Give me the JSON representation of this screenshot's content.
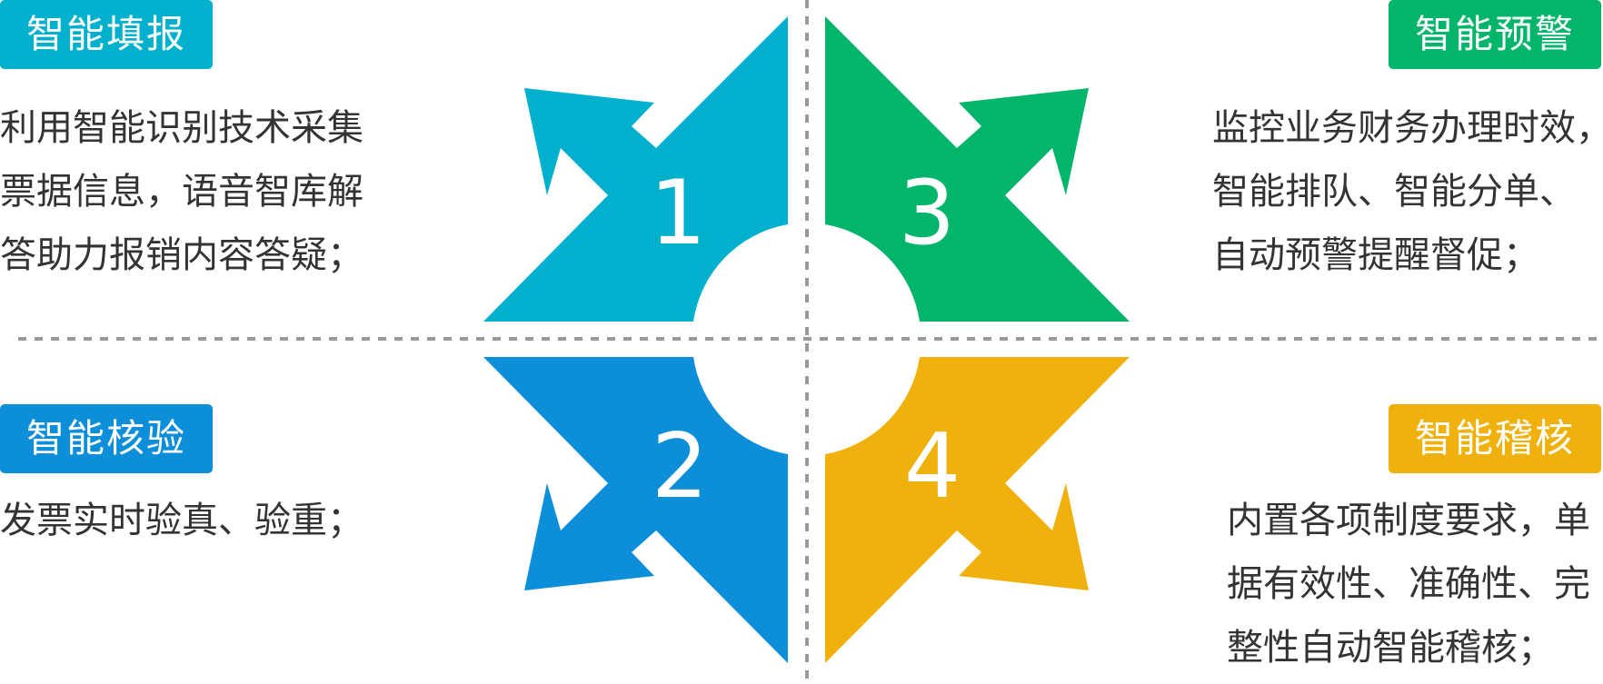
{
  "quadrants": [
    {
      "number": "1",
      "title": "智能填报",
      "color": "#00b0cd",
      "lines": [
        "利用智能识别技术采集",
        "票据信息，语音智库解",
        "答助力报销内容答疑；"
      ]
    },
    {
      "number": "2",
      "title": "智能核验",
      "color": "#0c8ed9",
      "lines": [
        "发票实时验真、验重；"
      ]
    },
    {
      "number": "3",
      "title": "智能预警",
      "color": "#03b56a",
      "lines": [
        "监控业务财务办理时效，",
        "智能排队、智能分单、",
        "自动预警提醒督促；"
      ]
    },
    {
      "number": "4",
      "title": "智能稽核",
      "color": "#f0b10c",
      "lines": [
        "内置各项制度要求，单",
        "据有效性、准确性、完",
        "整性自动智能稽核；"
      ]
    }
  ],
  "divider_color": "#999999"
}
